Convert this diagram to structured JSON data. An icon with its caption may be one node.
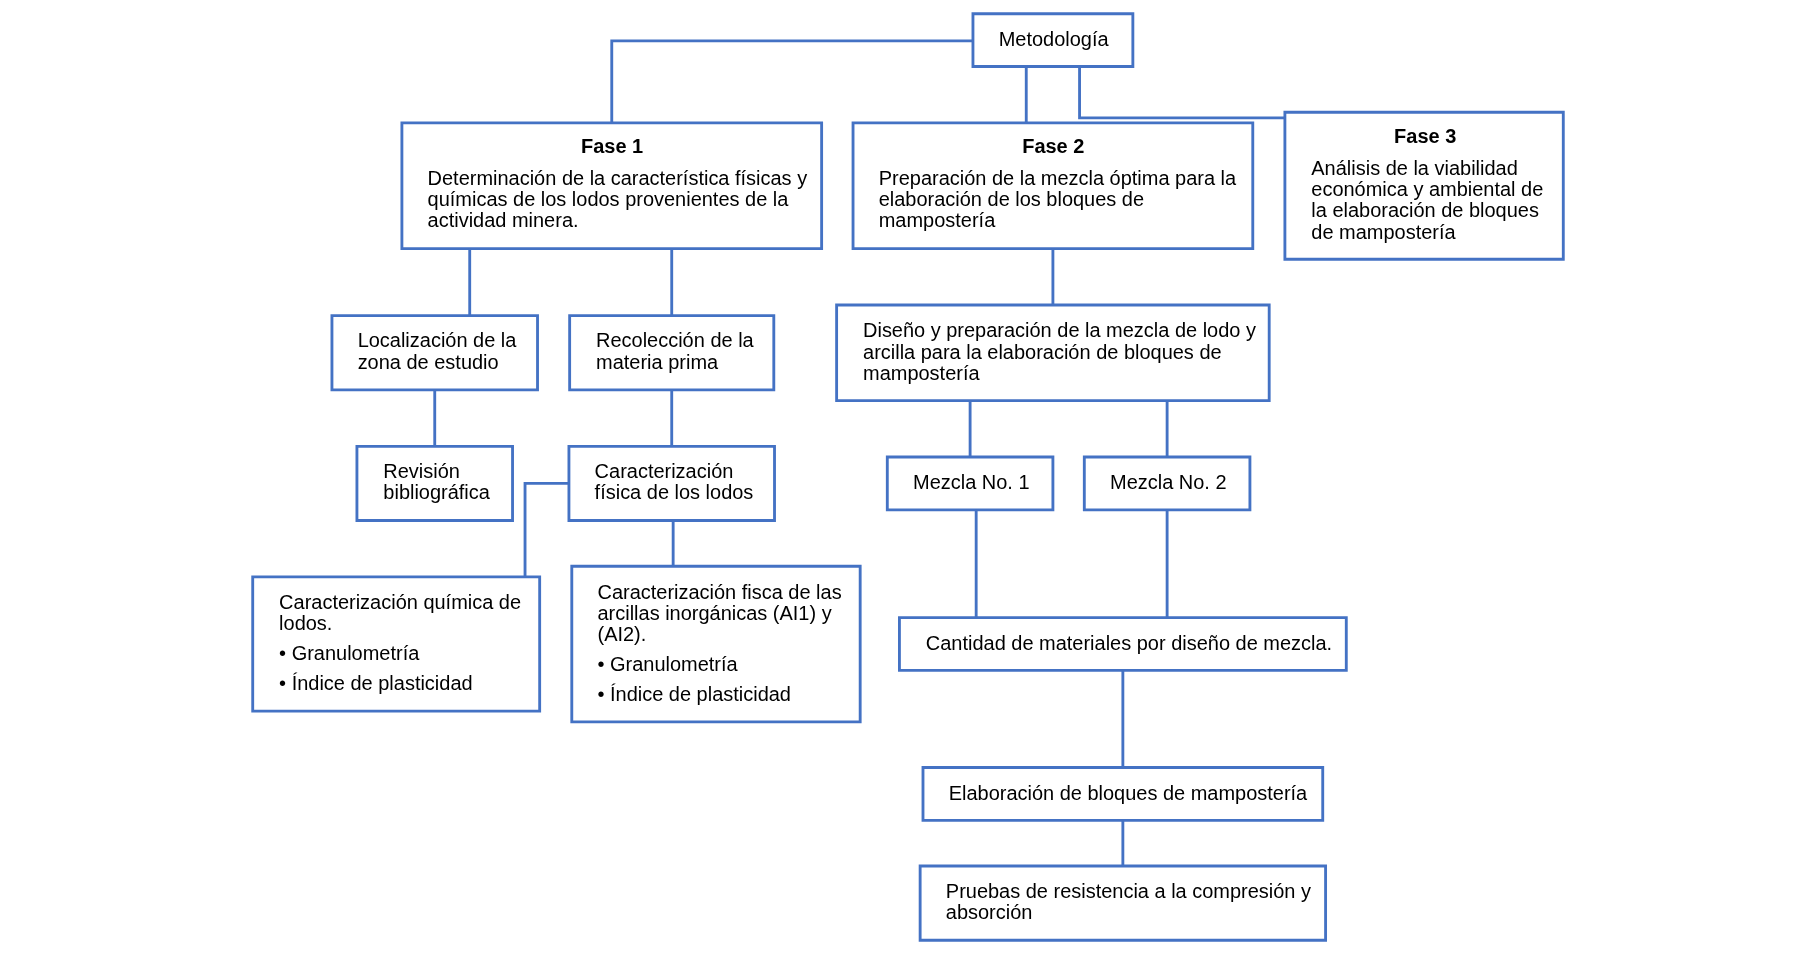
{
  "diagram": {
    "nodes": [
      {
        "text": [
          "Metodología"
        ]
      },
      {
        "text": [
          "Fase 1",
          "Determinación de la característica físicas y químicas de los lodos provenientes de la actividad minera."
        ]
      },
      {
        "text": [
          "Fase 2",
          "Preparación de la mezcla óptima para la elaboración de los bloques de mampostería"
        ]
      },
      {
        "text": [
          "Fase 3",
          "Análisis de la viabilidad económica y ambiental de la elaboración de bloques de mampostería"
        ]
      },
      {
        "text": [
          "Localización de la zona de estudio"
        ]
      },
      {
        "text": [
          "Recolección de la materia prima"
        ]
      },
      {
        "text": [
          "Revisión bibliográfica"
        ]
      },
      {
        "text": [
          "Caracterización física de los lodos"
        ]
      },
      {
        "text": [
          "Caracterización química de lodos.",
          "• Granulometría",
          "• Índice de plasticidad"
        ]
      },
      {
        "text": [
          "Caracterización fisca de las arcillas inorgánicas (AI1) y (AI2).",
          "• Granulometría",
          "• Índice de plasticidad"
        ]
      },
      {
        "text": [
          "Diseño y preparación de la mezcla de lodo y arcilla para la elaboración de bloques de mampostería"
        ]
      },
      {
        "text": [
          "Mezcla No. 1"
        ]
      },
      {
        "text": [
          "Mezcla No. 2"
        ]
      },
      {
        "text": [
          "Cantidad de materiales por diseño de mezcla."
        ]
      },
      {
        "text": [
          "Elaboración de bloques de mampostería"
        ]
      },
      {
        "text": [
          "Pruebas de resistencia a la compresión y absorción"
        ]
      }
    ],
    "edges": [
      {
        "from": 0,
        "to": 1,
        "arrow": "none"
      },
      {
        "from": 0,
        "to": 2,
        "arrow": "none"
      },
      {
        "from": 0,
        "to": 3,
        "arrow": "none"
      },
      {
        "from": 1,
        "to": 4,
        "arrow": "none"
      },
      {
        "from": 1,
        "to": 5,
        "arrow": "none"
      },
      {
        "from": 4,
        "to": 6,
        "arrow": "none"
      },
      {
        "from": 5,
        "to": 7,
        "arrow": "none"
      },
      {
        "from": 7,
        "to": 8,
        "arrow": "none"
      },
      {
        "from": 7,
        "to": 9,
        "arrow": "none"
      },
      {
        "from": 2,
        "to": 10,
        "arrow": "none"
      },
      {
        "from": 10,
        "to": 11,
        "arrow": "none"
      },
      {
        "from": 10,
        "to": 12,
        "arrow": "none"
      },
      {
        "from": 11,
        "to": 13,
        "arrow": "none"
      },
      {
        "from": 12,
        "to": 13,
        "arrow": "none"
      },
      {
        "from": 13,
        "to": 14,
        "arrow": "none"
      },
      {
        "from": 14,
        "to": 15,
        "arrow": "none"
      }
    ]
  }
}
